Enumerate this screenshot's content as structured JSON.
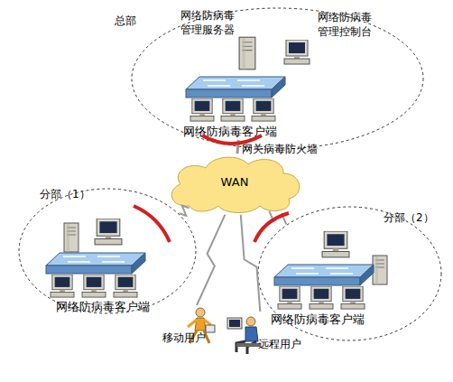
{
  "diagram": {
    "nodes": [
      {
        "text": [
          "总部"
        ]
      },
      {
        "text": [
          "网络防病毒 管理服务器"
        ],
        "in": 0
      },
      {
        "text": [
          "网络防病毒 管理控制台"
        ],
        "in": 0
      },
      {
        "text": [
          "网络防病毒客户端"
        ],
        "in": 0
      },
      {
        "text": [
          "WAN"
        ]
      },
      {
        "text": [
          "分部（1）"
        ]
      },
      {
        "text": [
          "网络防病毒客户端"
        ],
        "in": 5
      },
      {
        "text": [
          "分部（2）"
        ]
      },
      {
        "text": [
          "网络防病毒客户端"
        ],
        "in": 7
      },
      {
        "text": [
          "移动用户"
        ]
      },
      {
        "text": [
          "远程用户"
        ]
      }
    ],
    "edges": [
      {
        "from": 3,
        "to": 4,
        "arrow": "none"
      },
      {
        "from": 4,
        "to": 5,
        "arrow": "none"
      },
      {
        "from": 4,
        "to": 7,
        "arrow": "none"
      },
      {
        "from": 4,
        "to": 9,
        "arrow": "none"
      },
      {
        "from": 4,
        "to": 10,
        "arrow": "none"
      }
    ],
    "labels": [
      "网关病毒防火墙"
    ]
  }
}
